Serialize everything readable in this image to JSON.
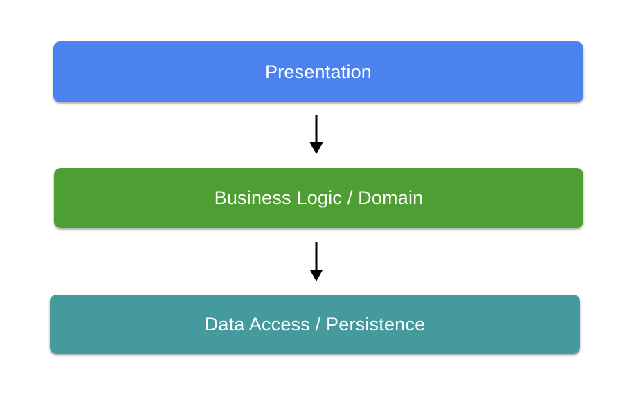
{
  "diagram": {
    "background_color": "#ffffff",
    "text_color": "#ffffff",
    "arrow": {
      "color": "#000000",
      "direction": "down"
    },
    "layers": [
      {
        "label": "Presentation",
        "color": "#4b82f0"
      },
      {
        "label": "Business Logic / Domain",
        "color": "#4d9e33"
      },
      {
        "label": "Data Access / Persistence",
        "color": "#459a9e"
      }
    ]
  }
}
